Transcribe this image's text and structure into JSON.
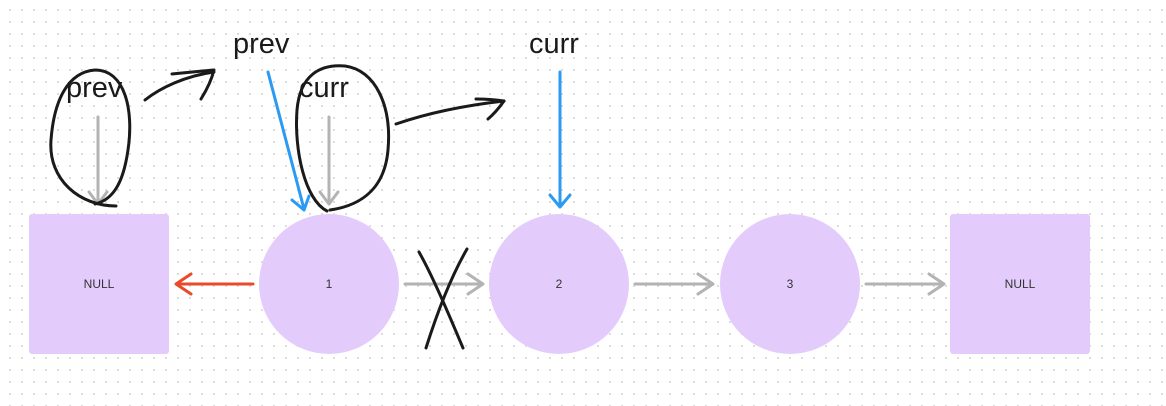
{
  "nodes": [
    {
      "id": "null-left",
      "label": "NULL"
    },
    {
      "id": "node-1",
      "label": "1"
    },
    {
      "id": "node-2",
      "label": "2"
    },
    {
      "id": "node-3",
      "label": "3"
    },
    {
      "id": "null-right",
      "label": "NULL"
    }
  ],
  "pointers": {
    "old_prev": "prev",
    "old_curr": "curr",
    "new_prev": "prev",
    "new_curr": "curr"
  },
  "colors": {
    "node_fill": "#e3ccfc",
    "link_arrow": "#b3b3b3",
    "reversed_arrow": "#e94a2a",
    "pointer_arrow": "#2b9af3",
    "ink": "#1a1a1a"
  }
}
